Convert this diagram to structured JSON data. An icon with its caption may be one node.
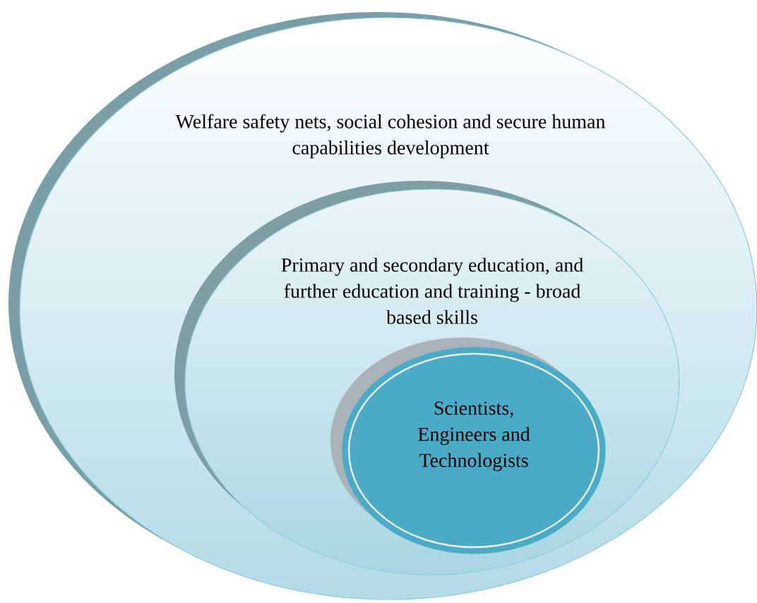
{
  "diagram": {
    "nodes": [
      {
        "text": [
          "Welfare safety nets, social cohesion and secure human capabilities development"
        ]
      },
      {
        "text": [
          "Primary and secondary education, and further education and training - broad based skills"
        ],
        "in": 0
      },
      {
        "text": [
          "Scientists, Engineers and Technologists"
        ],
        "in": 1
      }
    ]
  }
}
